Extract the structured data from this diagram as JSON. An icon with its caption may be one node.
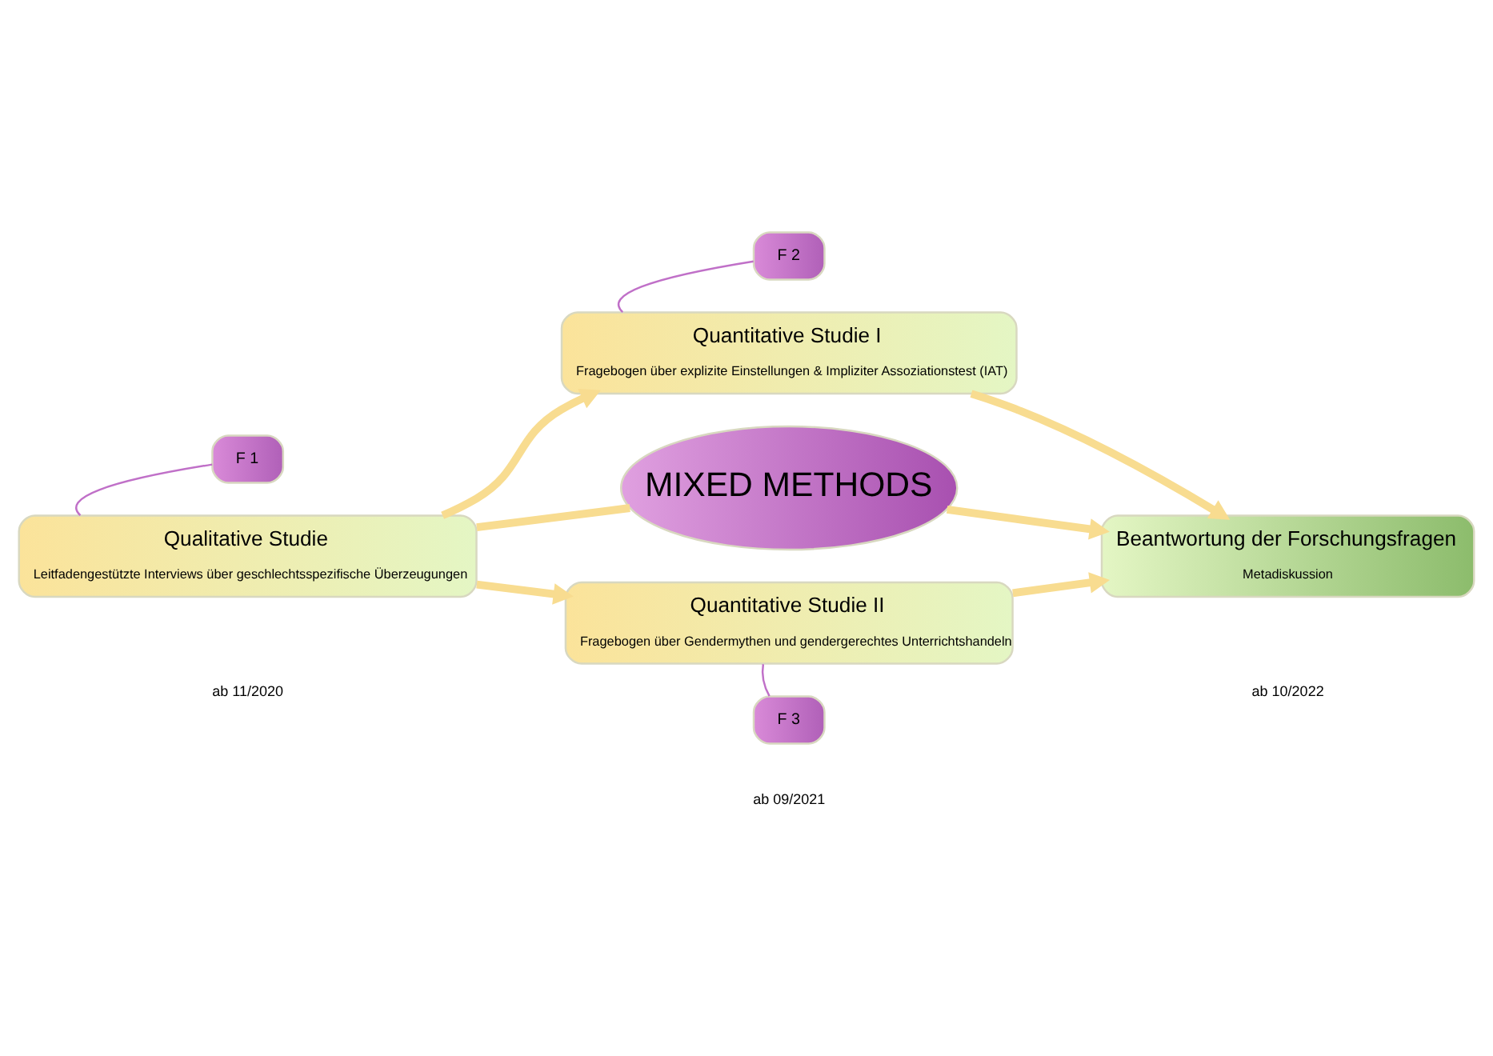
{
  "diagram": {
    "nodes": [
      {
        "text": [
          "Qualitative Studie",
          "Leitfadengestützte Interviews über geschlechtsspezifische Überzeugungen"
        ]
      },
      {
        "text": [
          "F 1"
        ]
      },
      {
        "text": [
          "Quantitative Studie I",
          "Fragebogen über explizite Einstellungen & Impliziter Assoziationstest (IAT)"
        ]
      },
      {
        "text": [
          "F 2"
        ]
      },
      {
        "text": [
          "MIXED METHODS"
        ]
      },
      {
        "text": [
          "Beantwortung der Forschungsfragen",
          "Metadiskussion"
        ]
      },
      {
        "text": [
          "Quantitative Studie II",
          "Fragebogen über Gendermythen und gendergerechtes Unterrichtshandeln"
        ]
      },
      {
        "text": [
          "F 3"
        ]
      }
    ],
    "edges": [
      {
        "from": 0,
        "to": 2,
        "arrow": "to"
      },
      {
        "from": 0,
        "to": 4,
        "arrow": "none"
      },
      {
        "from": 0,
        "to": 6,
        "arrow": "to"
      },
      {
        "from": 2,
        "to": 5,
        "arrow": "to"
      },
      {
        "from": 4,
        "to": 5,
        "arrow": "to"
      },
      {
        "from": 6,
        "to": 5,
        "arrow": "to"
      },
      {
        "from": 1,
        "to": 0,
        "arrow": "none",
        "color": "#c070c8"
      },
      {
        "from": 3,
        "to": 2,
        "arrow": "none",
        "color": "#c070c8"
      },
      {
        "from": 7,
        "to": 6,
        "arrow": "none",
        "color": "#c070c8"
      }
    ],
    "labels": [
      "ab 11/2020",
      "ab 09/2021",
      "ab 10/2022"
    ]
  }
}
